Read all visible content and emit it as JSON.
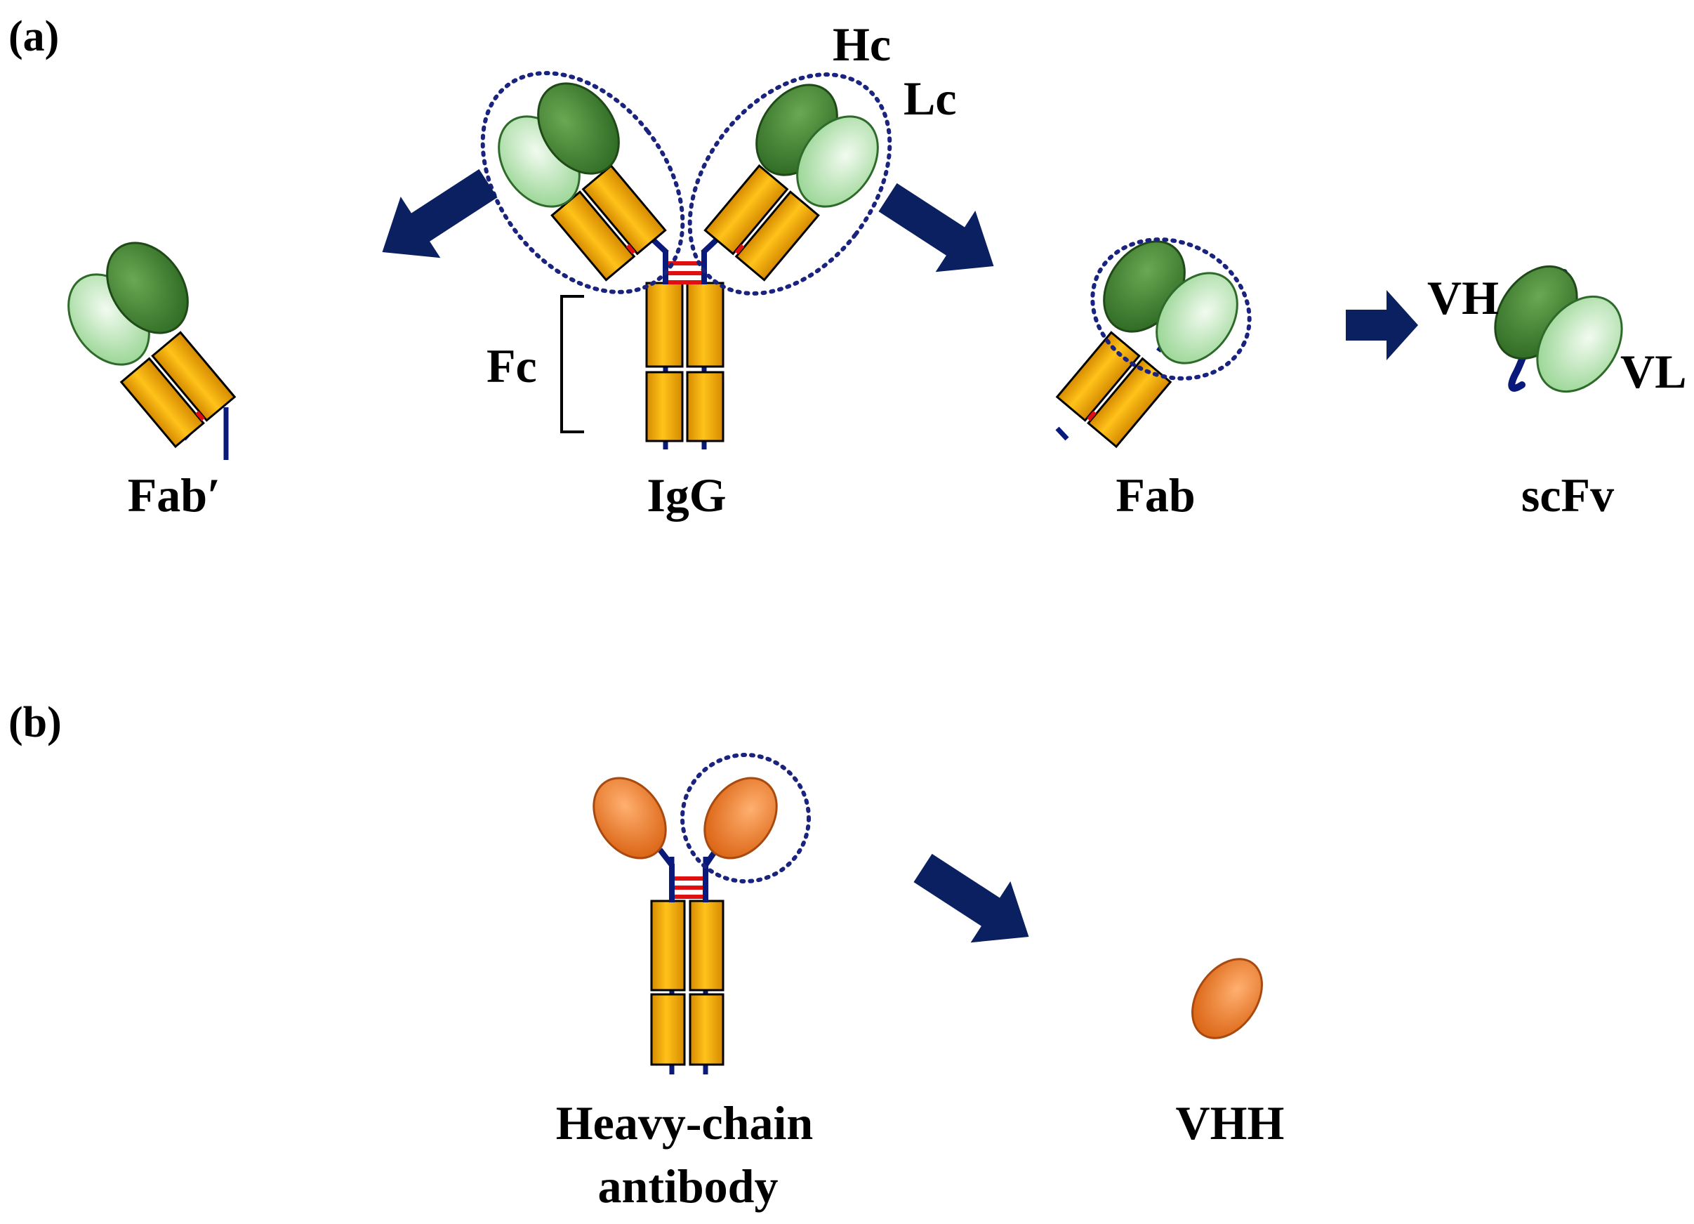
{
  "panels": {
    "a": "(a)",
    "b": "(b)"
  },
  "labels": {
    "hc": "Hc",
    "lc": "Lc",
    "fc": "Fc",
    "igg": "IgG",
    "fab_prime": "Fab′",
    "fab": "Fab",
    "vh": "VH",
    "vl": "VL",
    "scfv": "scFv",
    "heavy_chain_line1": "Heavy-chain",
    "heavy_chain_line2": "antibody",
    "vhh": "VHH"
  },
  "colors": {
    "heavy_variable": "#3d7a2f",
    "light_variable": "#b9e3b4",
    "constant_domain": "#f0a800",
    "vhh_domain": "#e8751a",
    "hinge_chain": "#0a1a7a",
    "disulfide": "#e01010",
    "arrow": "#0a2060",
    "dotted_outline": "#1a237e"
  }
}
